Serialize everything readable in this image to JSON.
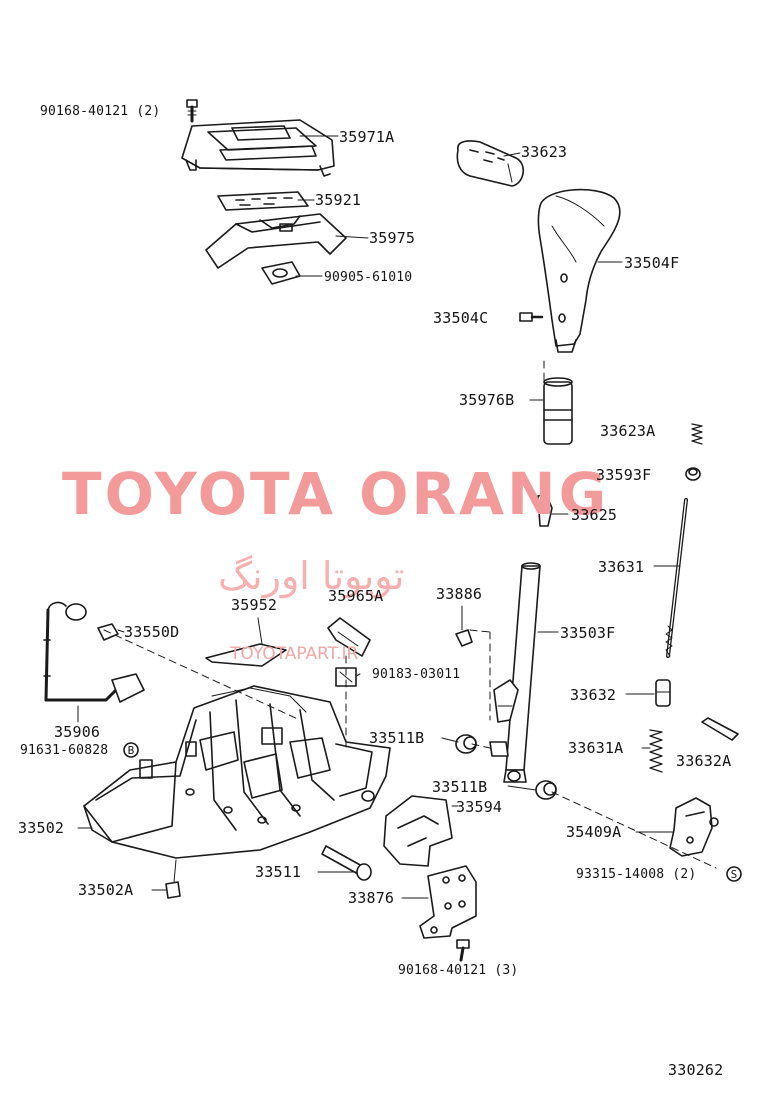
{
  "diagram": {
    "figure_code": "330262",
    "callouts": {
      "c90168_top": "90168-40121 (2)",
      "c35971A": "35971A",
      "c35921": "35921",
      "c35975": "35975",
      "c90905": "90905-61010",
      "c33623": "33623",
      "c33504F": "33504F",
      "c33504C": "33504C",
      "c35976B": "35976B",
      "c33623A": "33623A",
      "c33593F": "33593F",
      "c33625": "33625",
      "c33631": "33631",
      "c35952": "35952",
      "c35965A": "35965A",
      "c33886": "33886",
      "c33503F": "33503F",
      "c33550D": "33550D",
      "c90183": "90183-03011",
      "c33632": "33632",
      "c35906": "35906",
      "c91631": "91631-60828",
      "c33511B_1": "33511B",
      "c33631A": "33631A",
      "c33632A": "33632A",
      "c33511B_2": "33511B",
      "c33594": "33594",
      "c33502": "33502",
      "c35409A": "35409A",
      "c93315": "93315-14008 (2)",
      "c33511": "33511",
      "c33502A": "33502A",
      "c33876": "33876",
      "c90168_bottom": "90168-40121 (3)"
    },
    "markers": {
      "b": "B",
      "s": "S"
    }
  },
  "watermark": {
    "brand": "TOYOTA ORANG",
    "persian": "تویوتا اورنگ",
    "site": "TOYOTAPART.IR",
    "color": "#f39a9a"
  },
  "colors": {
    "ink": "#141414",
    "paper": "#ffffff",
    "shade": "#9a9a9a"
  }
}
